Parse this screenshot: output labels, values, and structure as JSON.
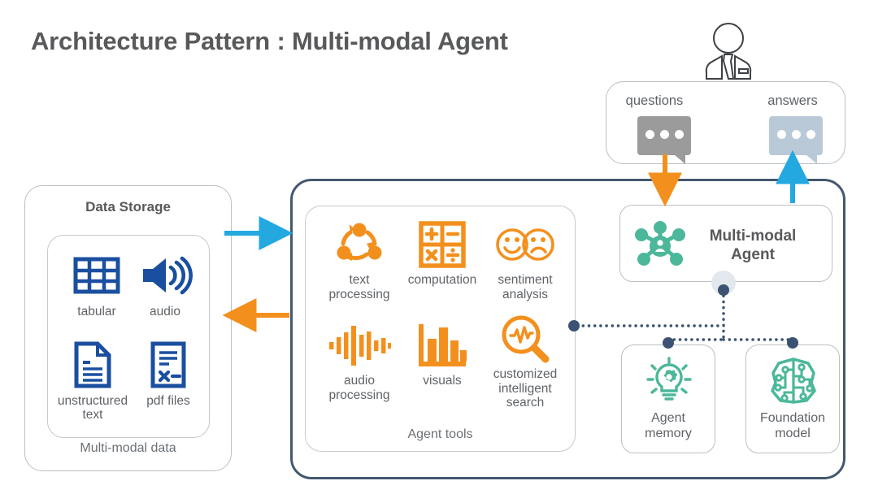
{
  "page": {
    "title": "Architecture Pattern : Multi-modal Agent",
    "background": "#ffffff"
  },
  "colors": {
    "title_text": "#58595b",
    "body_text": "#5f6368",
    "orange": "#f3901d",
    "blue_dark": "#1a4fa0",
    "blue_arrow": "#23a8e0",
    "navy_border": "#43586f",
    "teal": "#4cb79a",
    "bubble_question": "#9b9b9b",
    "bubble_answer": "#b9c9d8",
    "card_border": "#b9c0c6",
    "hub_circle": "#e3e8ee",
    "dot_node": "#3b5272"
  },
  "data_storage": {
    "title": "Data Storage",
    "footer": "Multi-modal data",
    "items": [
      {
        "label": "tabular",
        "icon": "table-grid-icon"
      },
      {
        "label": "audio",
        "icon": "speaker-icon"
      },
      {
        "label": "unstructured\ntext",
        "icon": "document-icon"
      },
      {
        "label": "pdf files",
        "icon": "pdf-file-icon"
      }
    ]
  },
  "agent_tools": {
    "footer": "Agent tools",
    "items": [
      {
        "label": "text\nprocessing",
        "icon": "cycle-nodes-icon"
      },
      {
        "label": "computation",
        "icon": "calculator-icon"
      },
      {
        "label": "sentiment\nanalysis",
        "icon": "emoji-faces-icon"
      },
      {
        "label": "audio\nprocessing",
        "icon": "waveform-icon"
      },
      {
        "label": "visuals",
        "icon": "bar-chart-icon"
      },
      {
        "label": "customized\nintelligent\nsearch",
        "icon": "magnifier-pulse-icon"
      }
    ]
  },
  "user_panel": {
    "user_icon": "person-suit-icon",
    "question": {
      "label": "questions",
      "icon": "speech-bubble-icon",
      "color": "#9b9b9b"
    },
    "answer": {
      "label": "answers",
      "icon": "speech-bubble-icon",
      "color": "#b9c9d8"
    }
  },
  "agent": {
    "title": "Multi-modal\nAgent",
    "icon": "network-hub-person-icon"
  },
  "resources": [
    {
      "label": "Agent\nmemory",
      "icon": "lightbulb-gear-icon"
    },
    {
      "label": "Foundation\nmodel",
      "icon": "brain-circuit-icon"
    }
  ],
  "flows": [
    {
      "name": "storage-to-agent",
      "direction": "right",
      "color": "#23a8e0"
    },
    {
      "name": "agent-to-storage",
      "direction": "left",
      "color": "#f3901d"
    },
    {
      "name": "questions-to-agent",
      "direction": "down",
      "color": "#f3901d"
    },
    {
      "name": "agent-to-answers",
      "direction": "up",
      "color": "#23a8e0"
    }
  ]
}
